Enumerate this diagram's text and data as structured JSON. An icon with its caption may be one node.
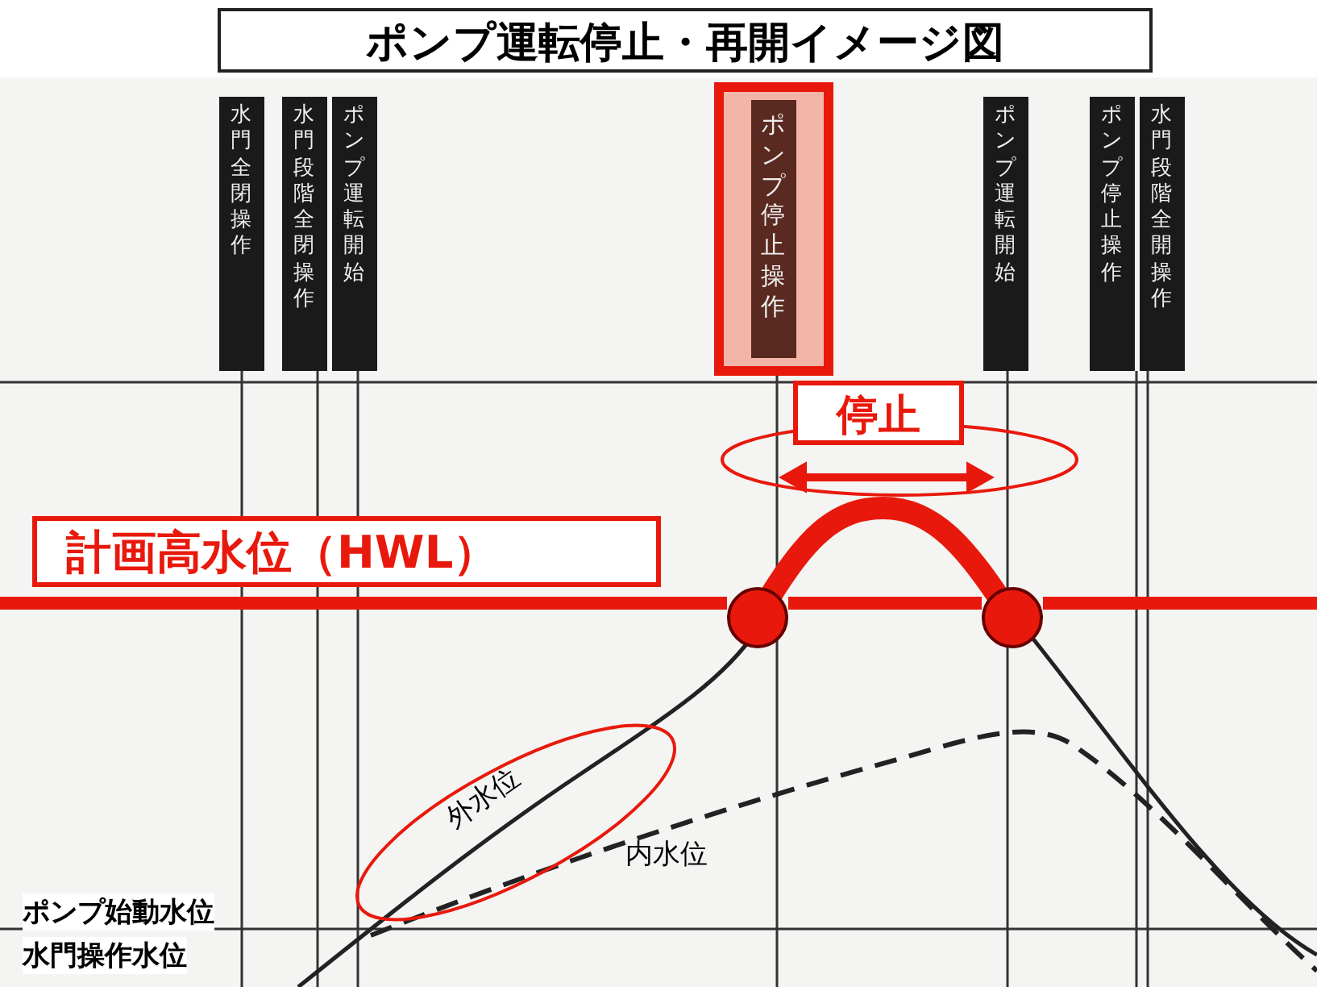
{
  "diagram": {
    "title": "ポンプ運転停止・再開イメージ図",
    "labels": [
      "水門全閉操作",
      "水門段階全閉操作",
      "ポンプ運転開始",
      "ポンプ停止操作",
      "ポンプ運転開始",
      "ポンプ停止操作",
      "水門段階全開操作",
      "停止",
      "計画高水位（HWL）",
      "外水位",
      "内水位",
      "ポンプ始動水位",
      "水門操作水位"
    ]
  }
}
